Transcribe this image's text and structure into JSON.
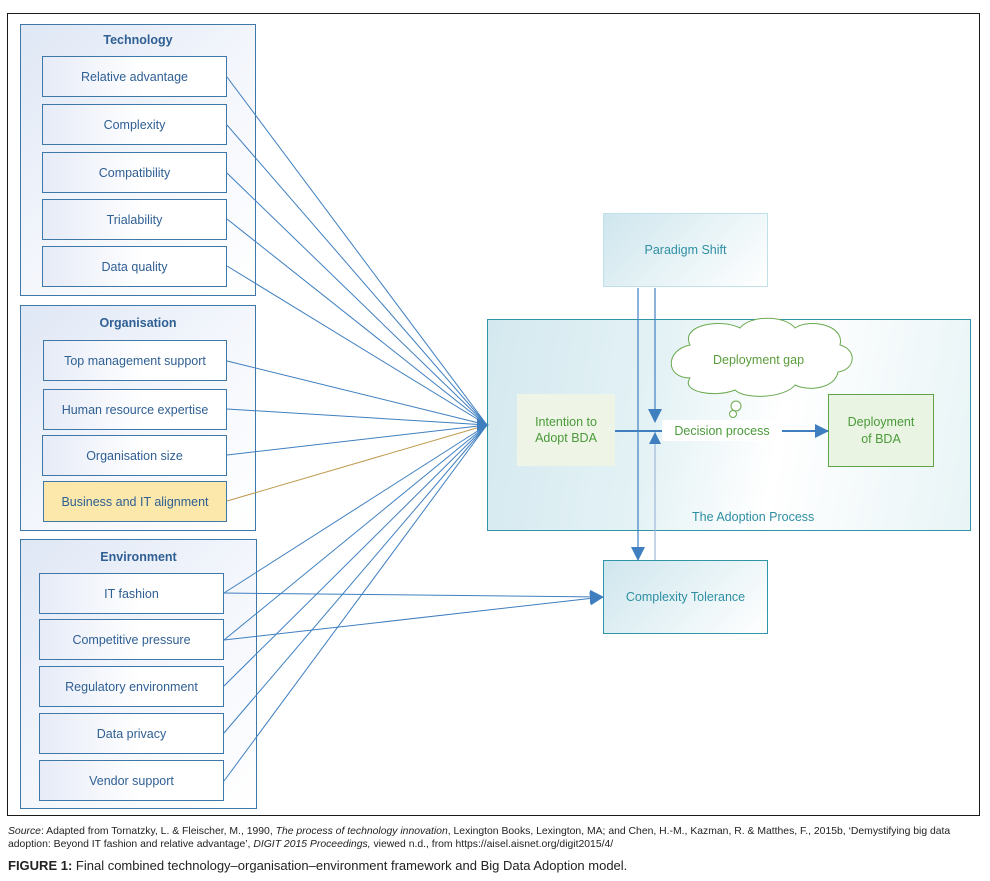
{
  "technology": {
    "title": "Technology",
    "items": [
      "Relative advantage",
      "Complexity",
      "Compatibility",
      "Trialability",
      "Data quality"
    ]
  },
  "organisation": {
    "title": "Organisation",
    "items": [
      "Top management support",
      "Human resource expertise",
      "Organisation size",
      "Business and IT alignment"
    ]
  },
  "environment": {
    "title": "Environment",
    "items": [
      "IT fashion",
      "Competitive pressure",
      "Regulatory environment",
      "Data privacy",
      "Vendor support"
    ]
  },
  "adoption": {
    "paradigm_shift": "Paradigm Shift",
    "process_label": "The Adoption Process",
    "deployment_gap": "Deployment gap",
    "intention_line1": "Intention to",
    "intention_line2": "Adopt BDA",
    "decision": "Decision process",
    "deployment_line1": "Deployment",
    "deployment_line2": "of BDA",
    "complexity_tolerance": "Complexity Tolerance"
  },
  "colors": {
    "factor_line": "#3f7fc0",
    "highlight_line": "#c09a50",
    "highlight_fill": "#fbe8aa",
    "green_text": "#4a9a3a",
    "teal_text": "#2e8fa3"
  },
  "caption": {
    "source_label": "Source",
    "source_part1": ": Adapted from Tornatzky, L. & Fleischer, M., 1990, ",
    "source_title1": "The process of technology innovation",
    "source_part2": ", Lexington Books, Lexington, MA; and Chen, H.-M., Kazman, R. & Matthes, F., 2015b, ‘Demystifying big data adoption: Beyond IT fashion and relative advantage’, ",
    "source_title2": "DIGIT 2015 Proceedings,",
    "source_part3": " viewed n.d., from https://aisel.aisnet.org/digit2015/4/",
    "figure_label": "FIGURE 1:",
    "figure_text": " Final combined technology–organisation–environment framework and Big Data Adoption model."
  }
}
